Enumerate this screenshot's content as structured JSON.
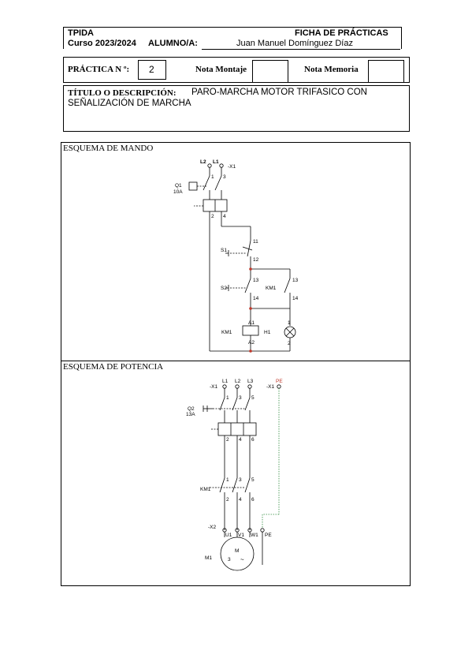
{
  "header": {
    "org": "TPIDA",
    "doc_type": "FICHA DE PRÁCTICAS",
    "course": "Curso 2023/2024",
    "student_label": "ALUMNO/A:",
    "student_name": "Juan Manuel Domínguez Díaz"
  },
  "practice": {
    "number_label": "PRÁCTICA N º:",
    "number_value": "2",
    "montaje_label": "Nota Montaje",
    "montaje_value": "",
    "memoria_label": "Nota Memoria",
    "memoria_value": ""
  },
  "title": {
    "label": "TÍTULO O DESCRIPCIÓN:",
    "value_line1": "PARO-MARCHA MOTOR TRIFASICO CON",
    "value_line2": "SEÑALIZACIÓN DE MARCHA"
  },
  "control": {
    "section_label": "ESQUEMA DE MANDO",
    "L2": "L2",
    "L1": "L1",
    "X1": "-X1",
    "t1": "1",
    "t3": "3",
    "Q1": "Q1",
    "Q1_rating": "10A",
    "t2": "2",
    "t4": "4",
    "S1": "S1",
    "t11": "11",
    "t12": "12",
    "S2": "S2",
    "t13": "13",
    "t14": "14",
    "KM1": "KM1",
    "t13b": "13",
    "t14b": "14",
    "KM1_coil": "KM1",
    "A1": "A1",
    "A2": "A2",
    "H1": "H1",
    "h1_1": "1",
    "h1_2": "2"
  },
  "power": {
    "section_label": "ESQUEMA DE POTENCIA",
    "X1": "-X1",
    "L1": "L1",
    "L2": "L2",
    "L3": "L3",
    "PE_top": "PE",
    "X1b": "-X1",
    "t1": "1",
    "t3": "3",
    "t5": "5",
    "Q2": "Q2",
    "Q2_rating": "13A",
    "t2": "2",
    "t4": "4",
    "t6": "6",
    "KM1": "KM1",
    "k1": "1",
    "k3": "3",
    "k5": "5",
    "k2": "2",
    "k4": "4",
    "k6": "6",
    "X2": "-X2",
    "U1": "U1",
    "V1": "V1",
    "W1": "W1",
    "PE": "PE",
    "M1": "M1",
    "motor_M": "M",
    "motor_3": "3",
    "motor_ac": "~"
  }
}
